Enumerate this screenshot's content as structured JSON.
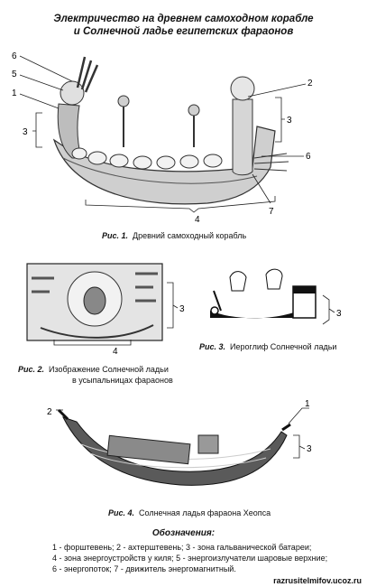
{
  "title": {
    "line1": "Электричество на древнем самоходном корабле",
    "line2": "и Солнечной ладье египетских фараонов"
  },
  "figures": {
    "fig1": {
      "num": "Рис. 1.",
      "caption": "Древний самоходный корабль",
      "labels": [
        "6",
        "5",
        "1",
        "3",
        "2",
        "3",
        "6",
        "7",
        "4"
      ]
    },
    "fig2": {
      "num": "Рис. 2.",
      "caption_line1": "Изображение Солнечной ладьи",
      "caption_line2": "в усыпальницах фараонов",
      "labels": [
        "3",
        "4"
      ]
    },
    "fig3": {
      "num": "Рис. 3.",
      "caption": "Иероглиф Солнечной ладьи",
      "labels": [
        "3"
      ]
    },
    "fig4": {
      "num": "Рис. 4.",
      "caption": "Солнечная ладья фараона Хеопса",
      "labels": [
        "2",
        "1",
        "3"
      ]
    }
  },
  "legend": {
    "title": "Обозначения:",
    "lines": [
      "1 - форштевень; 2 - ахтерштевень; 3 - зона гальванической батареи;",
      "4 - зона энергоустройств у киля; 5 - энергоизлучатели шаровые верхние;",
      "6 - энергопоток; 7 - движитель энергомагнитный."
    ]
  },
  "footer": "razrusitelmifov.ucoz.ru"
}
